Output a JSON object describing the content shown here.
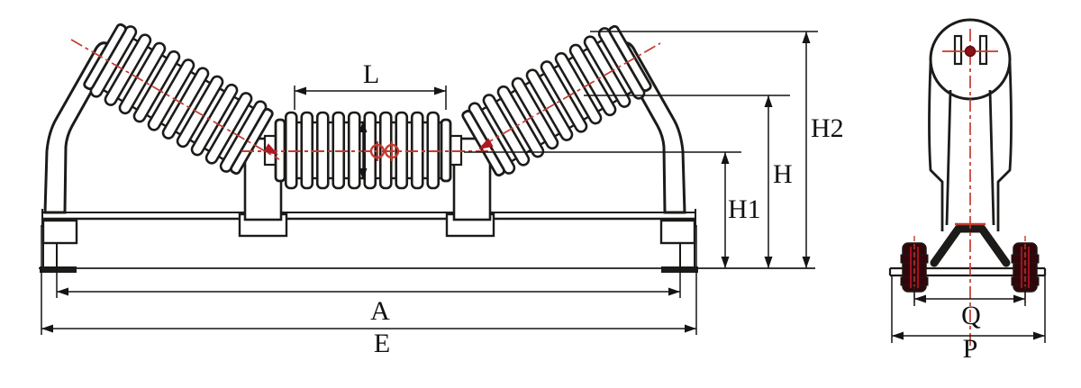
{
  "views": {
    "front": {
      "labels": {
        "L": "L",
        "H2": "H2",
        "H": "H",
        "H1": "H1",
        "A": "A",
        "E": "E"
      }
    },
    "side": {
      "labels": {
        "Q": "Q",
        "P": "P"
      }
    }
  },
  "colors": {
    "line": "#1c1b19",
    "dimension": "#141414",
    "centerline_red": "#c43b2e",
    "symbol_red": "#b01824",
    "bolt_maroon": "#30060a",
    "background": "#ffffff"
  }
}
